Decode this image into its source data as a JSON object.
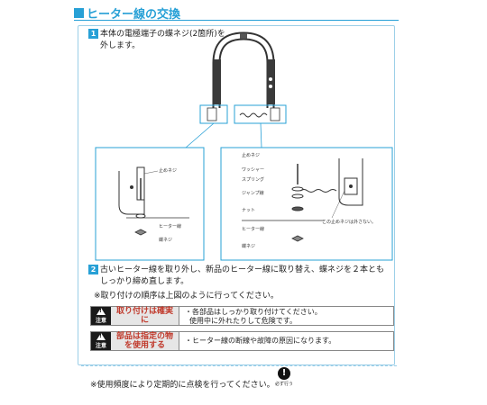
{
  "title": "ヒーター線の交換",
  "step1": {
    "number": "1",
    "line1": "本体の電極端子の蝶ネジ(2箇所)を",
    "line2": "外します。"
  },
  "diagram_labels": {
    "left_screw": "止めネジ",
    "left_heater": "ヒーター線",
    "left_wingnut": "蝶ネジ",
    "right_stop_screw": "止めネジ",
    "washer": "ワッシャー",
    "spring": "スプリング",
    "jumper": "ジャンプ線",
    "nut": "ナット",
    "heater": "ヒーター線",
    "wing_screw": "蝶ネジ",
    "do_not_remove": "この止めネジは外さない。"
  },
  "step2": {
    "number": "2",
    "line1": "古いヒーター線を取り外し、新品のヒーター線に取り替え、蝶ネジを２本とも",
    "line2": "しっかり締め直します。"
  },
  "note": "※取り付けの順序は上図のように行ってください。",
  "warnings": [
    {
      "badge": "注意",
      "label": "取り付けは確実に",
      "text_lines": [
        "・各部品はしっかり取り付けてください。",
        "使用中に外れたりして危険です。"
      ]
    },
    {
      "badge": "注意",
      "label": "部品は指定の物を使用する",
      "text_lines": [
        "・ヒーター線の断線や故障の原因になります。"
      ]
    }
  ],
  "footer": {
    "text": "※使用頻度により定期的に点検を行ってください。",
    "must_icon_label": "必ず行う",
    "must_symbol": "!"
  },
  "colors": {
    "accent": "#27a0d6",
    "warning_text": "#c0392b",
    "dark": "#1a1a1a"
  }
}
